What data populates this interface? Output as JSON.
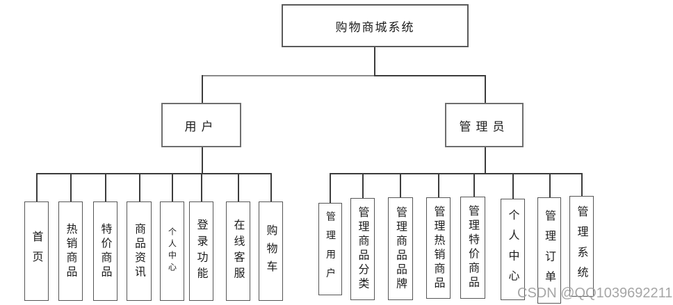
{
  "diagram": {
    "root": {
      "label": "购物商城系统"
    },
    "branches": [
      {
        "label": "用户",
        "children": [
          "首页",
          "热销商品",
          "特价商品",
          "商品资讯",
          "个人中心",
          "登录功能",
          "在线客服",
          "购物车"
        ]
      },
      {
        "label": "管理员",
        "children": [
          "管理用户",
          "管理商品分类",
          "管理商品品牌",
          "管理热销商品",
          "管理特价商品",
          "个人中心",
          "管理订单",
          "管理系统"
        ]
      }
    ]
  },
  "watermark": "CSDN @QQ1039692211",
  "colors": {
    "background": "#ffffff",
    "line": "#3c3c3c",
    "border": "#5a5a5a",
    "text": "#1c1c1c",
    "watermark": "#9c9c9c"
  }
}
